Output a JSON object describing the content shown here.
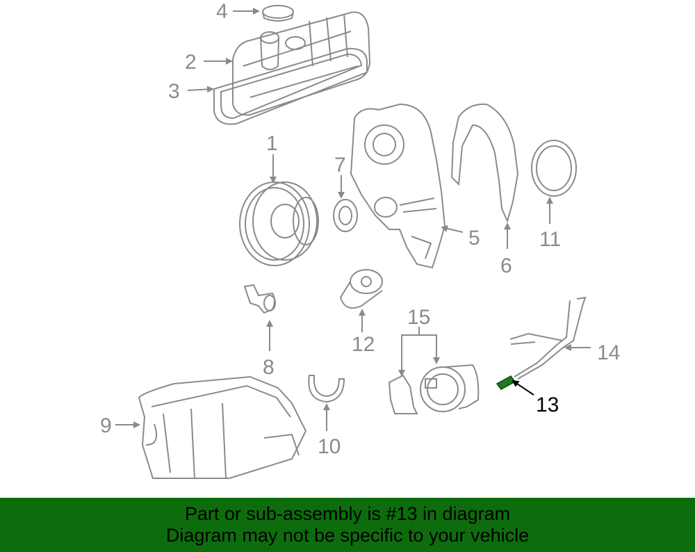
{
  "diagram": {
    "callouts": {
      "c1": "1",
      "c2": "2",
      "c3": "3",
      "c4": "4",
      "c5": "5",
      "c6": "6",
      "c7": "7",
      "c8": "8",
      "c9": "9",
      "c10": "10",
      "c11": "11",
      "c12": "12",
      "c13": "13",
      "c14": "14",
      "c15": "15"
    },
    "highlight_color": "#1f7a1f",
    "active_callout": "13"
  },
  "footer": {
    "line1": "Part or sub-assembly is #13 in diagram",
    "line2": "Diagram may not be specific to your vehicle",
    "background_color": "#0d6d0d"
  }
}
